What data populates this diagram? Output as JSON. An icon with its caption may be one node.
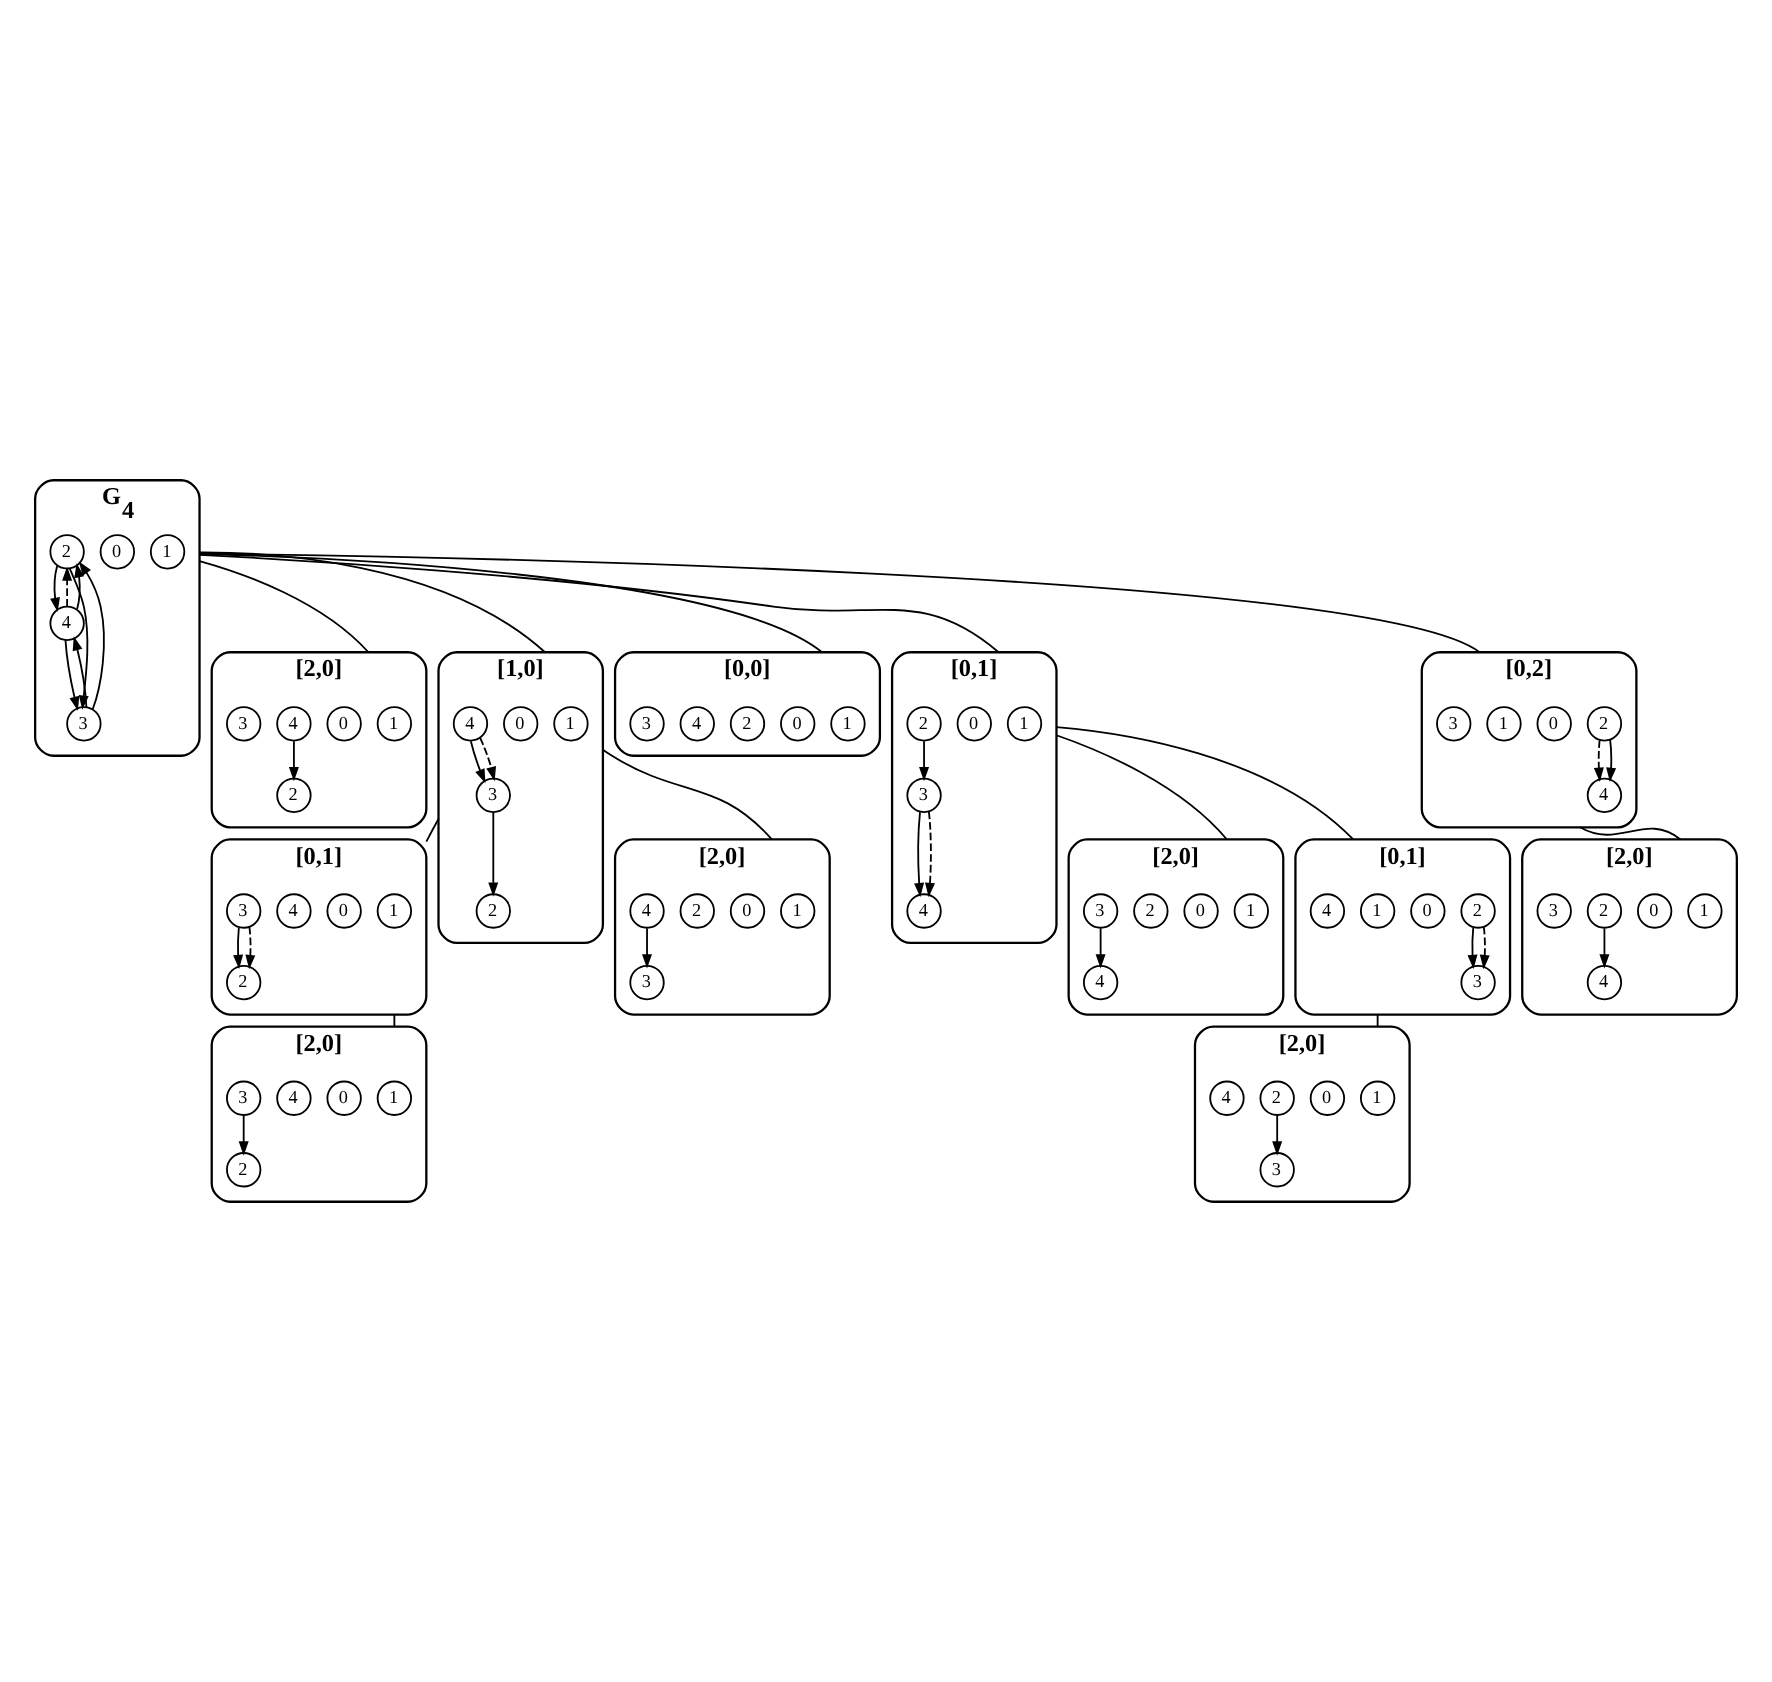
{
  "diagram": {
    "nodes": [
      {
        "text": [
          "G$_{4}$"
        ]
      },
      {
        "text": [
          "1"
        ],
        "in": 0
      },
      {
        "text": [
          "0"
        ],
        "in": 0
      },
      {
        "text": [
          "2"
        ],
        "in": 0
      },
      {
        "text": [
          "4"
        ],
        "in": 0
      },
      {
        "text": [
          "3"
        ],
        "in": 0
      },
      {
        "text": [
          "[2,0]"
        ]
      },
      {
        "text": [
          "1"
        ],
        "in": 6
      },
      {
        "text": [
          "0"
        ],
        "in": 6
      },
      {
        "text": [
          "2"
        ],
        "in": 6
      },
      {
        "text": [
          "4"
        ],
        "in": 6
      },
      {
        "text": [
          "3"
        ],
        "in": 6
      },
      {
        "text": [
          "[1,0]"
        ]
      },
      {
        "text": [
          "1"
        ],
        "in": 12
      },
      {
        "text": [
          "0"
        ],
        "in": 12
      },
      {
        "text": [
          "2"
        ],
        "in": 12
      },
      {
        "text": [
          "4"
        ],
        "in": 12
      },
      {
        "text": [
          "3"
        ],
        "in": 12
      },
      {
        "text": [
          "[0,0]"
        ]
      },
      {
        "text": [
          "1"
        ],
        "in": 18
      },
      {
        "text": [
          "0"
        ],
        "in": 18
      },
      {
        "text": [
          "2"
        ],
        "in": 18
      },
      {
        "text": [
          "4"
        ],
        "in": 18
      },
      {
        "text": [
          "3"
        ],
        "in": 18
      },
      {
        "text": [
          "[0,1]"
        ]
      },
      {
        "text": [
          "1"
        ],
        "in": 24
      },
      {
        "text": [
          "0"
        ],
        "in": 24
      },
      {
        "text": [
          "2"
        ],
        "in": 24
      },
      {
        "text": [
          "4"
        ],
        "in": 24
      },
      {
        "text": [
          "3"
        ],
        "in": 24
      },
      {
        "text": [
          "[0,2]"
        ]
      },
      {
        "text": [
          "1"
        ],
        "in": 30
      },
      {
        "text": [
          "0"
        ],
        "in": 30
      },
      {
        "text": [
          "2"
        ],
        "in": 30
      },
      {
        "text": [
          "4"
        ],
        "in": 30
      },
      {
        "text": [
          "3"
        ],
        "in": 30
      },
      {
        "text": [
          "[2,0]"
        ]
      },
      {
        "text": [
          "1"
        ],
        "in": 36
      },
      {
        "text": [
          "0"
        ],
        "in": 36
      },
      {
        "text": [
          "2"
        ],
        "in": 36
      },
      {
        "text": [
          "4"
        ],
        "in": 36
      },
      {
        "text": [
          "3"
        ],
        "in": 36
      },
      {
        "text": [
          "[0,1]"
        ]
      },
      {
        "text": [
          "1"
        ],
        "in": 42
      },
      {
        "text": [
          "0"
        ],
        "in": 42
      },
      {
        "text": [
          "2"
        ],
        "in": 42
      },
      {
        "text": [
          "4"
        ],
        "in": 42
      },
      {
        "text": [
          "3"
        ],
        "in": 42
      },
      {
        "text": [
          "[2,0]"
        ]
      },
      {
        "text": [
          "1"
        ],
        "in": 48
      },
      {
        "text": [
          "0"
        ],
        "in": 48
      },
      {
        "text": [
          "2"
        ],
        "in": 48
      },
      {
        "text": [
          "4"
        ],
        "in": 48
      },
      {
        "text": [
          "3"
        ],
        "in": 48
      },
      {
        "text": [
          "[0,1]"
        ]
      },
      {
        "text": [
          "1"
        ],
        "in": 54
      },
      {
        "text": [
          "0"
        ],
        "in": 54
      },
      {
        "text": [
          "2"
        ],
        "in": 54
      },
      {
        "text": [
          "4"
        ],
        "in": 54
      },
      {
        "text": [
          "3"
        ],
        "in": 54
      },
      {
        "text": [
          "[2,0]"
        ]
      },
      {
        "text": [
          "1"
        ],
        "in": 60
      },
      {
        "text": [
          "0"
        ],
        "in": 60
      },
      {
        "text": [
          "2"
        ],
        "in": 60
      },
      {
        "text": [
          "4"
        ],
        "in": 60
      },
      {
        "text": [
          "3"
        ],
        "in": 60
      },
      {
        "text": [
          "[2,0]"
        ]
      },
      {
        "text": [
          "1"
        ],
        "in": 66
      },
      {
        "text": [
          "0"
        ],
        "in": 66
      },
      {
        "text": [
          "2"
        ],
        "in": 66
      },
      {
        "text": [
          "4"
        ],
        "in": 66
      },
      {
        "text": [
          "3"
        ],
        "in": 66
      },
      {
        "text": [
          "[2,0]"
        ]
      },
      {
        "text": [
          "1"
        ],
        "in": 72
      },
      {
        "text": [
          "0"
        ],
        "in": 72
      },
      {
        "text": [
          "2"
        ],
        "in": 72
      },
      {
        "text": [
          "4"
        ],
        "in": 72
      },
      {
        "text": [
          "3"
        ],
        "in": 72
      }
    ],
    "edges": [
      {
        "from": 0,
        "to": 6,
        "arrow": "none"
      },
      {
        "from": 0,
        "to": 12,
        "arrow": "none"
      },
      {
        "from": 0,
        "to": 18,
        "arrow": "none"
      },
      {
        "from": 0,
        "to": 24,
        "arrow": "none"
      },
      {
        "from": 0,
        "to": 30,
        "arrow": "none"
      },
      {
        "from": 12,
        "to": 36,
        "arrow": "none"
      },
      {
        "from": 12,
        "to": 42,
        "arrow": "none"
      },
      {
        "from": 24,
        "to": 48,
        "arrow": "none"
      },
      {
        "from": 24,
        "to": 54,
        "arrow": "none"
      },
      {
        "from": 30,
        "to": 60,
        "arrow": "none"
      },
      {
        "from": 42,
        "to": 66,
        "arrow": "none"
      },
      {
        "from": 54,
        "to": 72,
        "arrow": "none"
      },
      {
        "from": 4,
        "to": 3,
        "arrow": "to",
        "style": "dashed"
      },
      {
        "from": 4,
        "to": 3,
        "arrow": "to"
      },
      {
        "from": 3,
        "to": 4,
        "arrow": "to"
      },
      {
        "from": 5,
        "to": 3,
        "arrow": "to"
      },
      {
        "from": 3,
        "to": 5,
        "arrow": "to"
      },
      {
        "from": 4,
        "to": 5,
        "arrow": "to"
      },
      {
        "from": 5,
        "to": 4,
        "arrow": "to"
      },
      {
        "from": 10,
        "to": 9,
        "arrow": "to"
      },
      {
        "from": 16,
        "to": 17,
        "arrow": "to"
      },
      {
        "from": 16,
        "to": 17,
        "arrow": "to",
        "style": "dashed"
      },
      {
        "from": 17,
        "to": 15,
        "arrow": "to"
      },
      {
        "from": 27,
        "to": 29,
        "arrow": "to"
      },
      {
        "from": 29,
        "to": 28,
        "arrow": "to"
      },
      {
        "from": 29,
        "to": 28,
        "arrow": "to",
        "style": "dashed"
      },
      {
        "from": 33,
        "to": 34,
        "arrow": "to",
        "style": "dashed"
      },
      {
        "from": 33,
        "to": 34,
        "arrow": "to"
      },
      {
        "from": 40,
        "to": 41,
        "arrow": "to"
      },
      {
        "from": 47,
        "to": 45,
        "arrow": "to"
      },
      {
        "from": 47,
        "to": 45,
        "arrow": "to",
        "style": "dashed"
      },
      {
        "from": 53,
        "to": 52,
        "arrow": "to"
      },
      {
        "from": 57,
        "to": 59,
        "arrow": "to"
      },
      {
        "from": 57,
        "to": 59,
        "arrow": "to",
        "style": "dashed"
      },
      {
        "from": 63,
        "to": 64,
        "arrow": "to"
      },
      {
        "from": 71,
        "to": 69,
        "arrow": "to"
      },
      {
        "from": 75,
        "to": 77,
        "arrow": "to"
      }
    ]
  }
}
